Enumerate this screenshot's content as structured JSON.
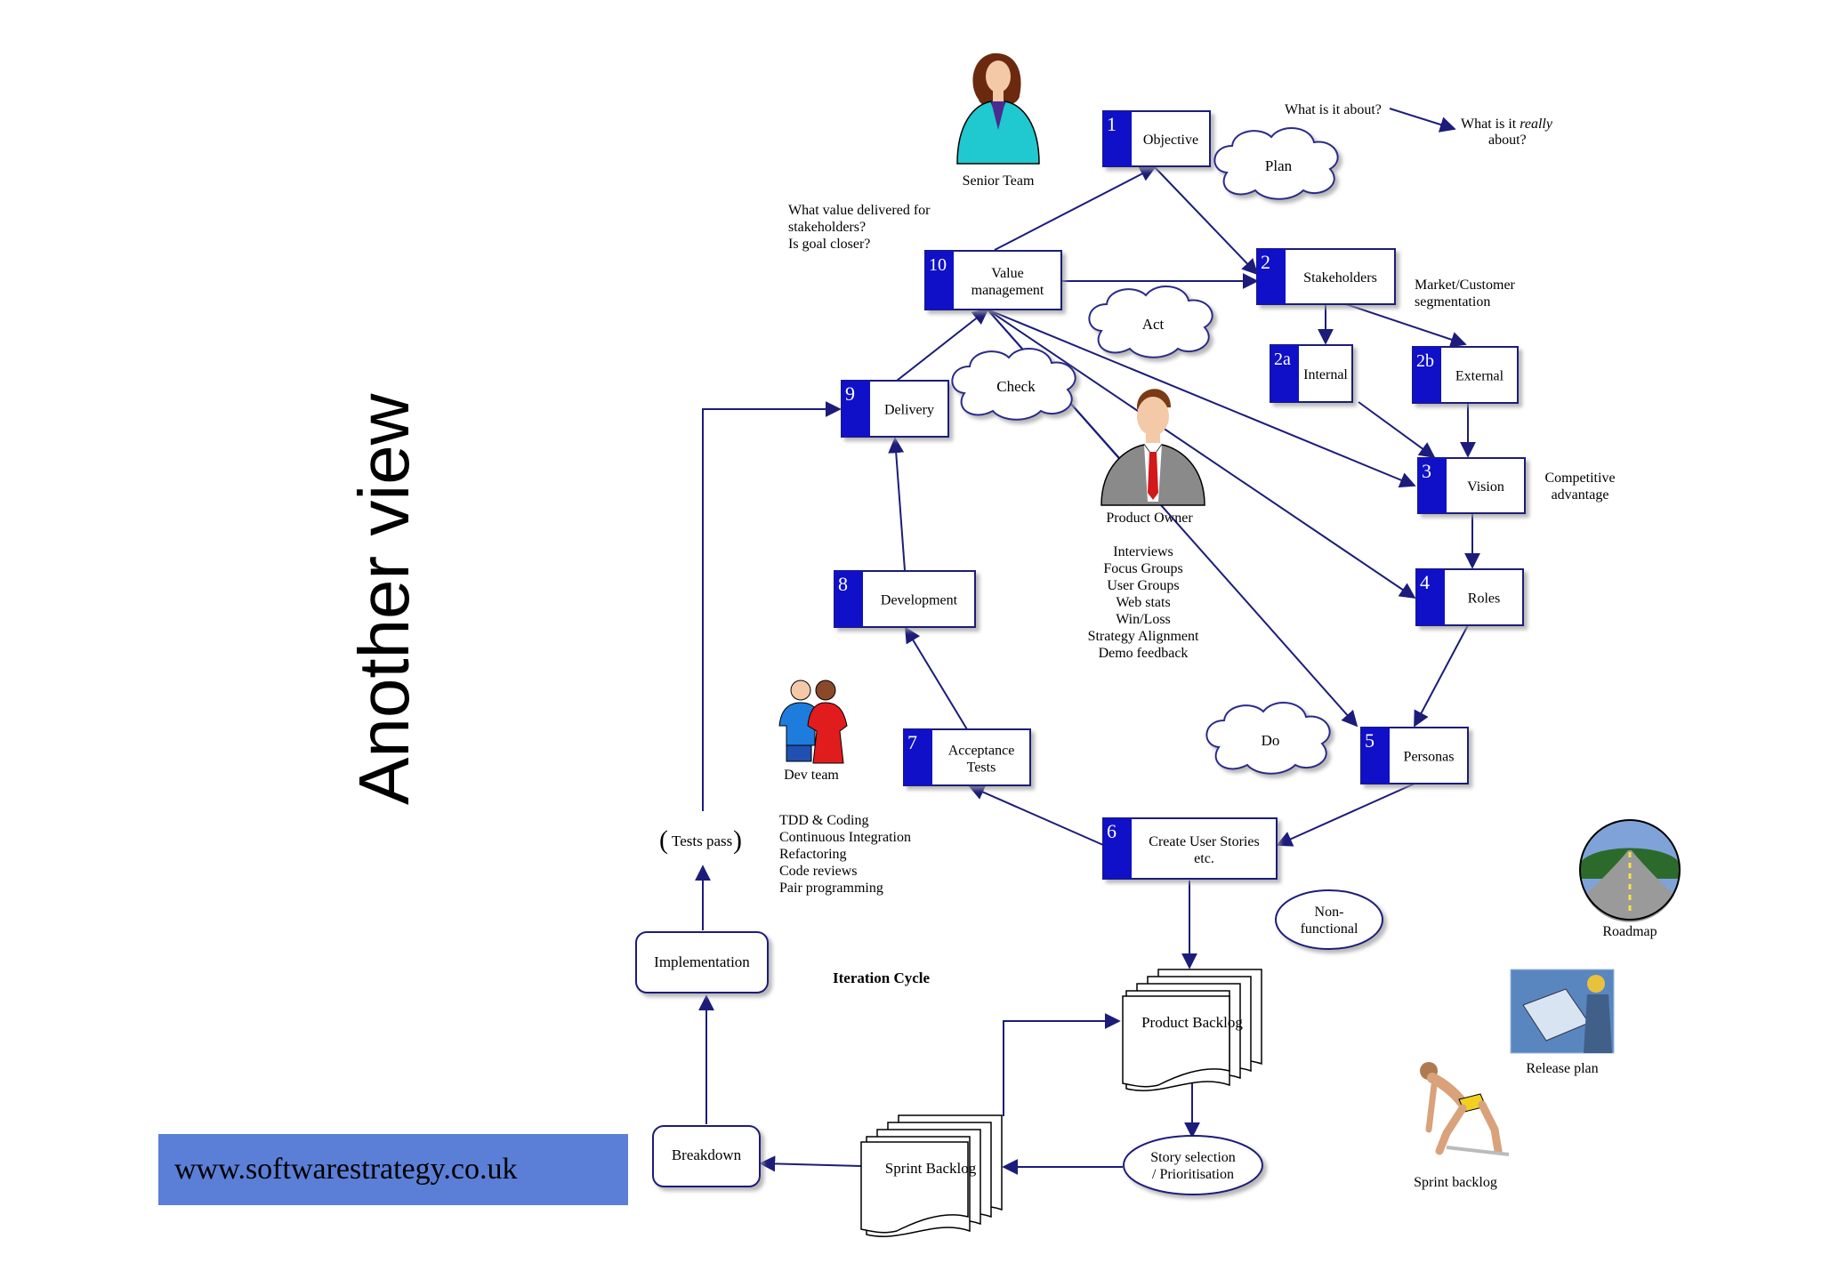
{
  "title": "Another view",
  "website": "www.softwarestrategy.co.uk",
  "steps": [
    {
      "num": "1",
      "label": "Objective"
    },
    {
      "num": "2",
      "label": "Stakeholders"
    },
    {
      "num": "2a",
      "label": "Internal"
    },
    {
      "num": "2b",
      "label": "External"
    },
    {
      "num": "3",
      "label": "Vision"
    },
    {
      "num": "4",
      "label": "Roles"
    },
    {
      "num": "5",
      "label": "Personas"
    },
    {
      "num": "6",
      "label": "Create User Stories",
      "label2": "etc."
    },
    {
      "num": "7",
      "label": "Acceptance",
      "label2": "Tests"
    },
    {
      "num": "8",
      "label": "Development"
    },
    {
      "num": "9",
      "label": "Delivery"
    },
    {
      "num": "10",
      "label": "Value",
      "label2": "management"
    }
  ],
  "clouds": [
    "Plan",
    "Act",
    "Check",
    "Do"
  ],
  "ellipses": {
    "nonfunctional": [
      "Non-",
      "functional"
    ],
    "story_selection": [
      "Story selection",
      "/ Prioritisation"
    ]
  },
  "rounded_boxes": {
    "implementation": "Implementation",
    "breakdown": "Breakdown"
  },
  "documents": {
    "product_backlog": "Product Backlog",
    "sprint_backlog": "Sprint Backlog"
  },
  "annotations": {
    "what_about": "What is it about?",
    "what_really_1": "What is it ",
    "what_really_em": "really",
    "what_really_2": "about?",
    "value_delivered": [
      "What value delivered for",
      "stakeholders?",
      "Is goal closer?"
    ],
    "market_segmentation": [
      "Market/Customer",
      "segmentation"
    ],
    "competitive": [
      "Competitive",
      "advantage"
    ],
    "po_activities": [
      "Interviews",
      "Focus Groups",
      "User Groups",
      "Web stats",
      "Win/Loss",
      "Strategy Alignment",
      "Demo feedback"
    ],
    "dev_practices": [
      "TDD & Coding",
      "Continuous Integration",
      "Refactoring",
      "Code reviews",
      "Pair programming"
    ],
    "tests_pass": "Tests pass",
    "iteration_cycle": "Iteration Cycle"
  },
  "figures": {
    "senior_team": "Senior Team",
    "product_owner": "Product Owner",
    "dev_team": "Dev team",
    "roadmap": "Roadmap",
    "release_plan": "Release plan",
    "sprint_backlog": "Sprint backlog"
  },
  "colors": {
    "box_accent": "#1010c8",
    "arrow": "#1c1c7a",
    "banner": "#5b7fd6",
    "cloud_stroke": "#2a2a8a"
  }
}
